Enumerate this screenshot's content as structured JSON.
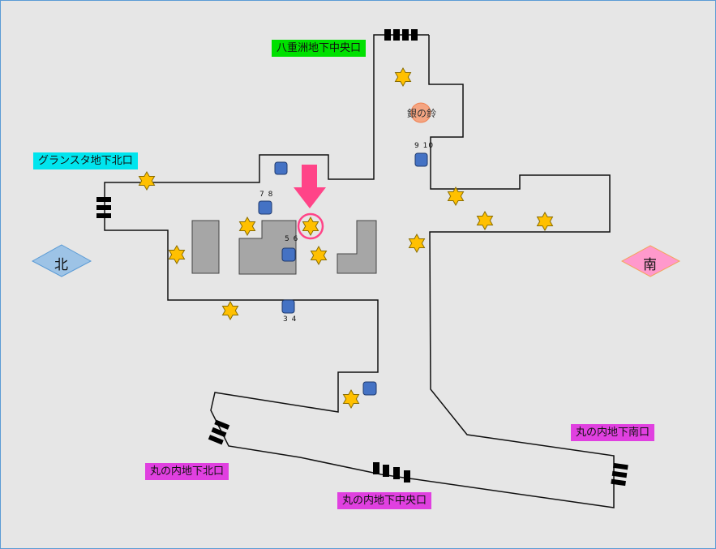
{
  "exits": [
    {
      "id": "yaesu-central",
      "label": "八重洲地下中央口",
      "color": "#00e000"
    },
    {
      "id": "gransta-north",
      "label": "グランスタ地下北口",
      "color": "#00e5ee"
    },
    {
      "id": "marunouchi-north",
      "label": "丸の内地下北口",
      "color": "#e040e0"
    },
    {
      "id": "marunouchi-central",
      "label": "丸の内地下中央口",
      "color": "#e040e0"
    },
    {
      "id": "marunouchi-south",
      "label": "丸の内地下南口",
      "color": "#e040e0"
    }
  ],
  "directions": {
    "north": {
      "label": "北",
      "fill": "#9dc3e6",
      "stroke": "#5b9bd5"
    },
    "south": {
      "label": "南",
      "fill": "#ff99cc",
      "stroke": "#f4a460"
    }
  },
  "landmark": {
    "label": "銀の鈴",
    "color": "#f4a582"
  },
  "platforms": [
    {
      "label": "9 10"
    },
    {
      "label": "7 8"
    },
    {
      "label": "5 6"
    },
    {
      "label": "3 4"
    }
  ],
  "colors": {
    "star": "#ffc000",
    "star_stroke": "#8a6d00",
    "platform": "#4472c4",
    "block": "#a6a6a6",
    "highlight": "#ff4488"
  },
  "current_location_marker": "pink-arrow-with-circle"
}
